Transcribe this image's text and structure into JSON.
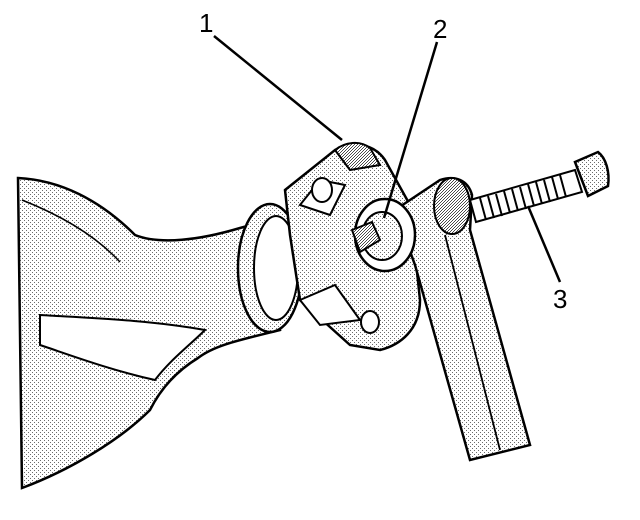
{
  "callouts": [
    {
      "id": "1",
      "text": "1"
    },
    {
      "id": "2",
      "text": "2"
    },
    {
      "id": "3",
      "text": "3"
    }
  ],
  "colors": {
    "ink": "#000000",
    "paper": "#ffffff",
    "shade_light": "#d9d9d9",
    "shade_mid": "#bdbdbd"
  }
}
